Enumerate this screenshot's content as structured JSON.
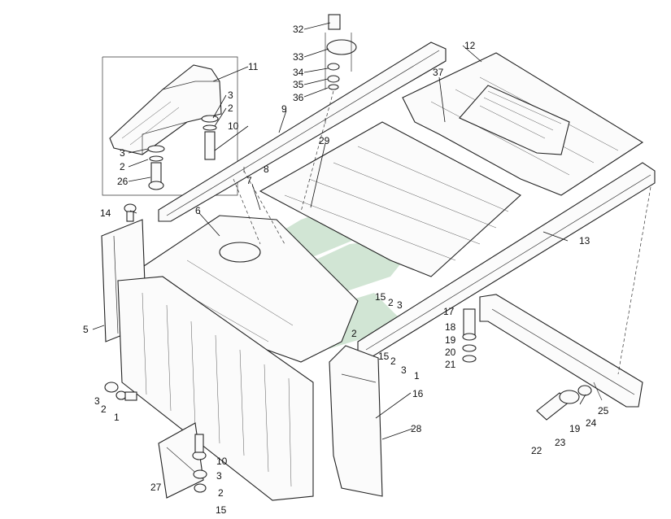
{
  "labels": {
    "l1a": "1",
    "l1b": "1",
    "l2a": "2",
    "l2b": "2",
    "l2c": "2",
    "l2d": "2",
    "l2e": "2",
    "l2f": "2",
    "l3a": "3",
    "l3b": "3",
    "l3c": "3",
    "l3d": "3",
    "l3e": "3",
    "l3f": "3",
    "l5": "5",
    "l6": "6",
    "l7": "7",
    "l8": "8",
    "l9": "9",
    "l10a": "10",
    "l10b": "10",
    "l11": "11",
    "l12": "12",
    "l13": "13",
    "l14": "14",
    "l15a": "15",
    "l15b": "15",
    "l15c": "15",
    "l16": "16",
    "l17": "17",
    "l18": "18",
    "l19a": "19",
    "l19b": "19",
    "l20": "20",
    "l21": "21",
    "l22": "22",
    "l23": "23",
    "l24": "24",
    "l25": "25",
    "l26": "26",
    "l27": "27",
    "l28": "28",
    "l29": "29",
    "l32": "32",
    "l33": "33",
    "l34": "34",
    "l35": "35",
    "l36": "36",
    "l37": "37"
  },
  "colors": {
    "line": "#222222",
    "watermark": "#2e8a3c",
    "background": "#ffffff"
  }
}
